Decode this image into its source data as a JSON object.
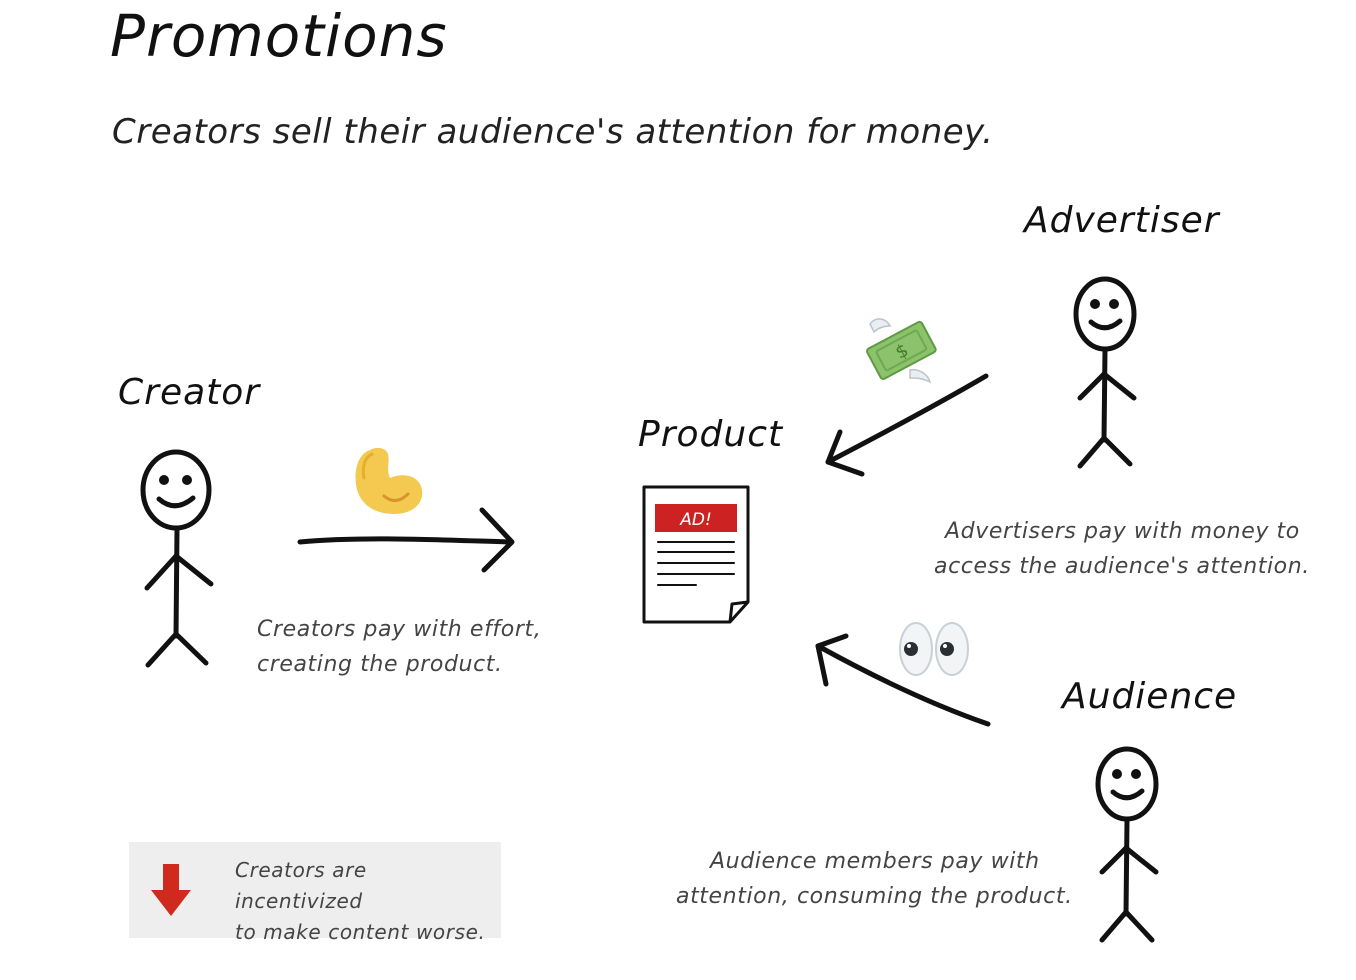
{
  "title": "Promotions",
  "subtitle": "Creators sell their audience's attention for money.",
  "roles": {
    "creator": "Creator",
    "product": "Product",
    "advertiser": "Advertiser",
    "audience": "Audience"
  },
  "captions": {
    "creator_line1": "Creators pay with effort,",
    "creator_line2": "creating the product.",
    "advertiser_line1": "Advertisers pay with money to",
    "advertiser_line2": "access the audience's attention.",
    "audience_line1": "Audience members pay with",
    "audience_line2": "attention, consuming the product."
  },
  "product_doc": {
    "banner_text": "AD!"
  },
  "callout": {
    "line1": "Creators are incentivized",
    "line2": "to make content worse."
  },
  "icons": {
    "effort": "flexed-biceps-icon",
    "money": "money-with-wings-icon",
    "attention": "eyes-icon",
    "decrease": "down-arrow-icon"
  },
  "colors": {
    "ad_banner": "#cc2222",
    "callout_arrow": "#d02a1e",
    "callout_bg": "#eeeeee",
    "ink": "#111111"
  }
}
